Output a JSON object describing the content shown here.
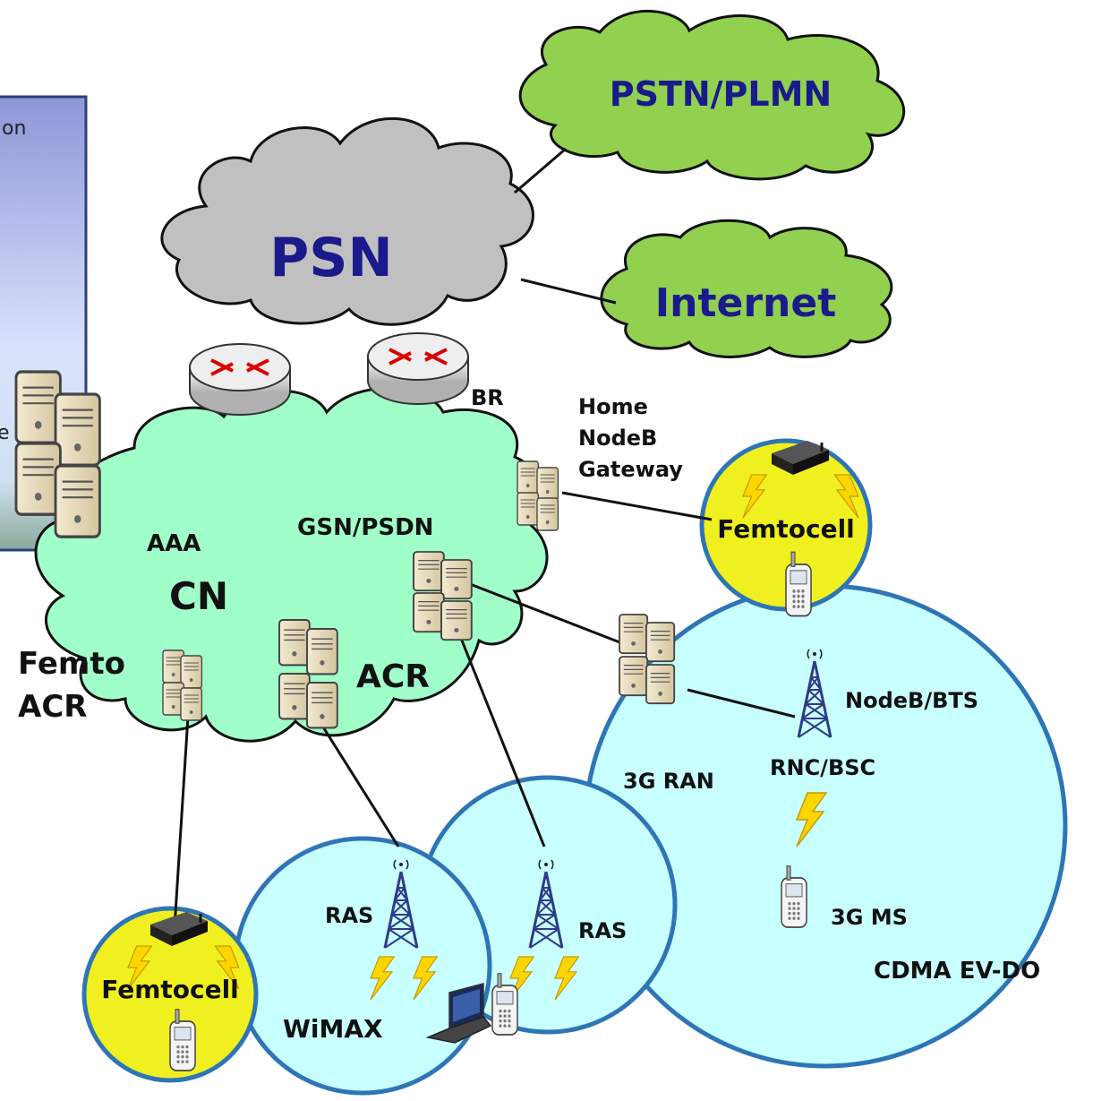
{
  "clouds": {
    "pstn": "PSTN/PLMN",
    "psn": "PSN",
    "internet": "Internet",
    "cn": "CN"
  },
  "labels": {
    "panel_fragment_top": "on",
    "panel_fragment_mid": "e",
    "br": "BR",
    "hnb_gateway": [
      "Home",
      "NodeB",
      "Gateway"
    ],
    "aaa": "AAA",
    "gsn": "GSN/PSDN",
    "femto_acr": [
      "Femto",
      "ACR"
    ],
    "acr": "ACR",
    "femtocell_top": "Femtocell",
    "femtocell_bottom": "Femtocell",
    "nodeb_bts": "NodeB/BTS",
    "rnc_bsc": "RNC/BSC",
    "ran_3g": "3G RAN",
    "ms_3g": "3G MS",
    "cdma": "CDMA EV-DO",
    "ras_left": "RAS",
    "ras_right": "RAS",
    "wimax": "WiMAX"
  },
  "colors": {
    "green_cloud": "#92d050",
    "grey_cloud": "#c0c0c0",
    "cn_cloud": "#a0ffc8",
    "cell": "#c8ffff",
    "femto": "#f0f020",
    "circle_stroke": "#2e75b6",
    "label_blue": "#1a1a8c"
  }
}
